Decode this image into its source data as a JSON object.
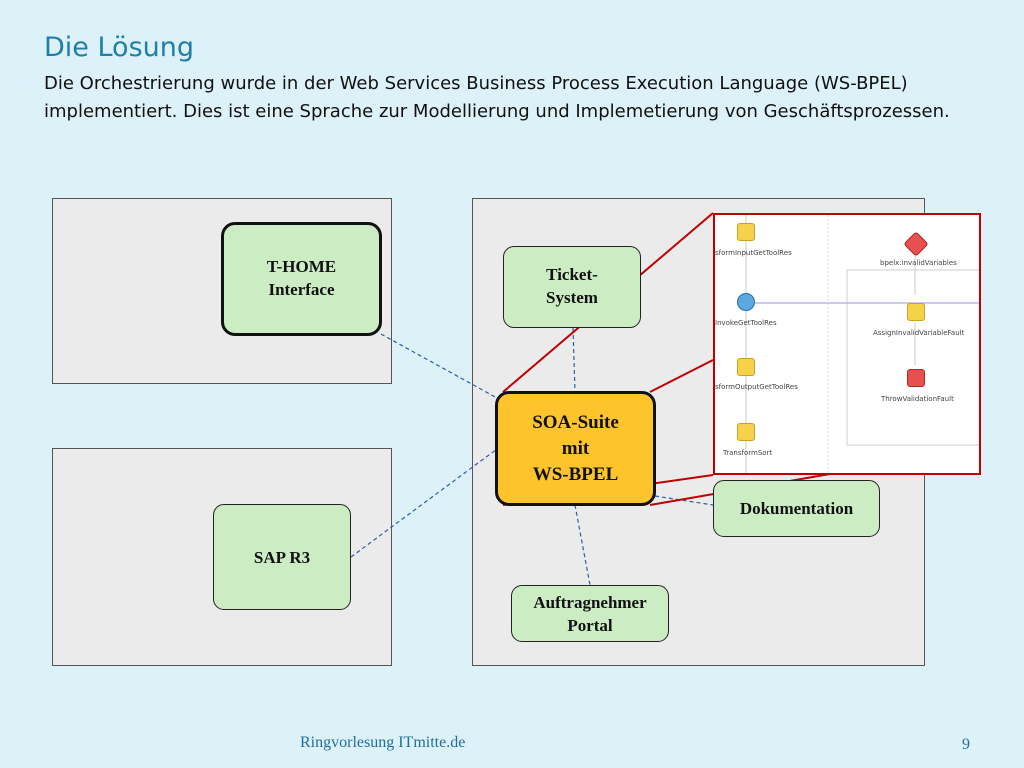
{
  "slide": {
    "title": "Die Lösung",
    "subtitle": "Die Orchestrierung wurde in der Web Services Business Process Execution Language (WS-BPEL) implementiert. Dies ist eine Sprache zur Modellierung und Implemetierung von Geschäftsprozessen.",
    "footer": "Ringvorlesung ITmitte.de",
    "page_number": "9"
  },
  "nodes": {
    "thome": "T-HOME\nInterface",
    "ticket": "Ticket-\nSystem",
    "soa": "SOA-Suite\nmit\nWS-BPEL",
    "sap": "SAP R3",
    "doku": "Dokumentation",
    "portal": "Auftragnehmer\nPortal"
  },
  "bpel_screenshot": {
    "labels": {
      "transform_input": "sformInputGetToolRes",
      "invalid_vars": "bpelx:invalidVariables",
      "invoke": "InvokeGetToolRes",
      "assign_fault": "AssignInvalidVariableFault",
      "transform_output": "sformOutputGetToolRes",
      "throw_fault": "ThrowValidationFault",
      "transform_sort": "TransformSort"
    }
  },
  "colors": {
    "background": "#dcf1f8",
    "title": "#1f7fa6",
    "node_green": "#ccecc4",
    "node_soa": "#fdc42c",
    "callout_red": "#c00000",
    "connector_blue": "#2a5fa8"
  }
}
